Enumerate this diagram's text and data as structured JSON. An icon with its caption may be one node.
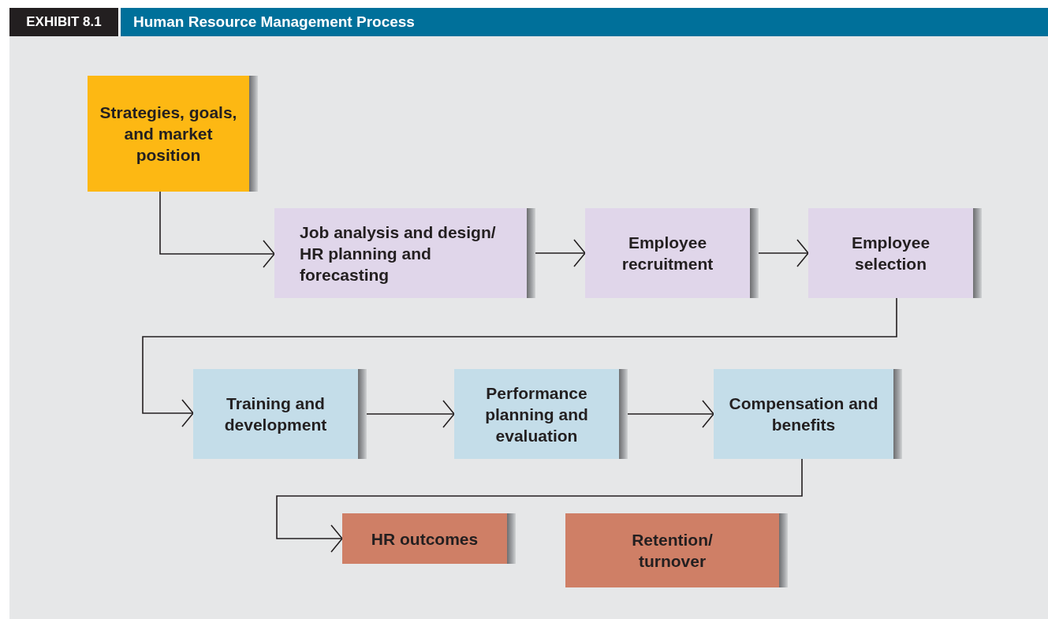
{
  "diagram": {
    "title": "Human Resource Management Process",
    "labels": [
      "EXHIBIT 8.1"
    ],
    "nodes": [
      {
        "text": [
          "Strategies, goals, and market position"
        ]
      },
      {
        "text": [
          "Job analysis and design/ HR planning and forecasting"
        ]
      },
      {
        "text": [
          "Employee recruitment"
        ]
      },
      {
        "text": [
          "Employee selection"
        ]
      },
      {
        "text": [
          "Training and development"
        ]
      },
      {
        "text": [
          "Performance planning and evaluation"
        ]
      },
      {
        "text": [
          "Compensation and benefits"
        ]
      },
      {
        "text": [
          "HR outcomes"
        ]
      },
      {
        "text": [
          "Retention/ turnover"
        ]
      }
    ],
    "edges": [
      {
        "from": 0,
        "to": 1,
        "arrow": "to"
      },
      {
        "from": 1,
        "to": 2,
        "arrow": "to"
      },
      {
        "from": 2,
        "to": 3,
        "arrow": "to"
      },
      {
        "from": 3,
        "to": 4,
        "arrow": "to"
      },
      {
        "from": 4,
        "to": 5,
        "arrow": "to"
      },
      {
        "from": 5,
        "to": 6,
        "arrow": "to"
      },
      {
        "from": 6,
        "to": 7,
        "arrow": "to"
      }
    ]
  }
}
